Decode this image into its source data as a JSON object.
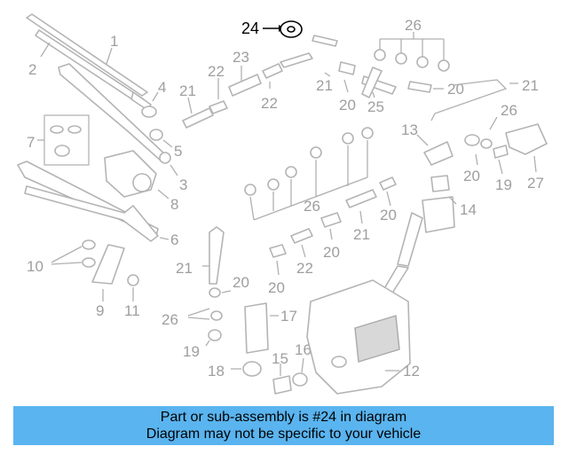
{
  "diagram": {
    "highlighted": "24",
    "callouts": [
      "1",
      "2",
      "3",
      "4",
      "5",
      "6",
      "7",
      "8",
      "9",
      "10",
      "11",
      "12",
      "13",
      "14",
      "15",
      "16",
      "17",
      "18",
      "19",
      "20",
      "21",
      "22",
      "23",
      "24",
      "25",
      "26",
      "27"
    ]
  },
  "banner": {
    "line1": "Part or sub-assembly is #24 in diagram",
    "line2": "Diagram may not be specific to your vehicle",
    "color": "#5ab4ef"
  }
}
